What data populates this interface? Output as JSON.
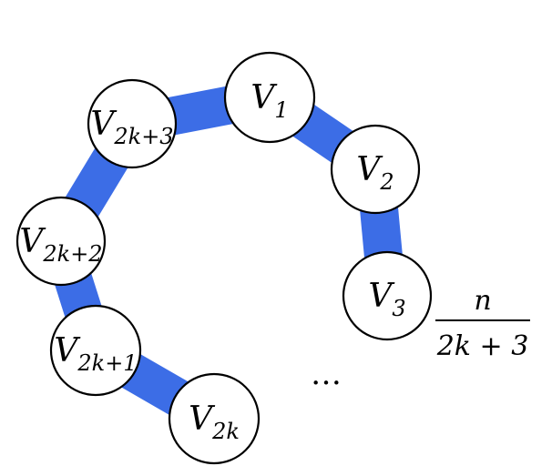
{
  "colors": {
    "edge": "#3c6de6",
    "node_fill": "#ffffff",
    "node_stroke": "#000000"
  },
  "nodes": [
    {
      "id": "v1",
      "main": "V",
      "sub": "1"
    },
    {
      "id": "v2",
      "main": "V",
      "sub": "2"
    },
    {
      "id": "v3",
      "main": "V",
      "sub": "3"
    },
    {
      "id": "v2k",
      "main": "V",
      "sub": "2k"
    },
    {
      "id": "v2k1",
      "main": "V",
      "sub": "2k+1"
    },
    {
      "id": "v2k2",
      "main": "V",
      "sub": "2k+2"
    },
    {
      "id": "v2k3",
      "main": "V",
      "sub": "2k+3"
    }
  ],
  "edges": [
    [
      "v2k3",
      "v1"
    ],
    [
      "v1",
      "v2"
    ],
    [
      "v2",
      "v3"
    ],
    [
      "v2k3",
      "v2k2"
    ],
    [
      "v2k2",
      "v2k1"
    ],
    [
      "v2k1",
      "v2k"
    ]
  ],
  "ellipsis": "…",
  "fraction": {
    "numerator": "n",
    "denominator": "2k + 3"
  }
}
